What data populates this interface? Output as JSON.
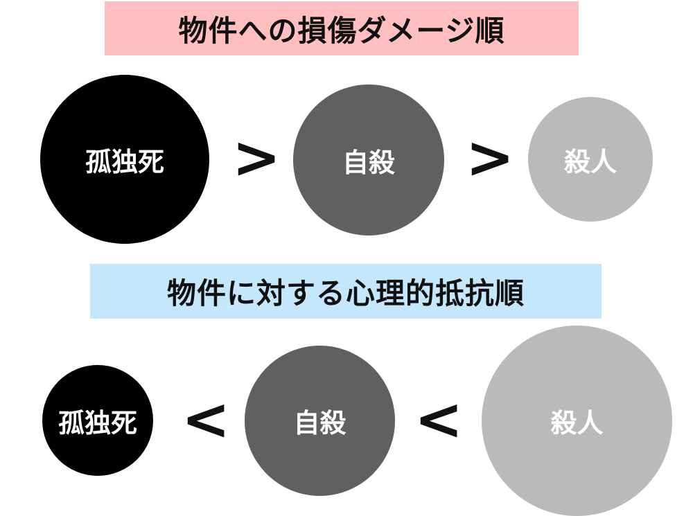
{
  "colors": {
    "pink_banner": "#ffbfc1",
    "blue_banner": "#c5e7fb",
    "black": "#000000",
    "dark_gray": "#606060",
    "light_gray": "#bababa"
  },
  "damage": {
    "title": "物件への損傷ダメージ順",
    "items": [
      "孤独死",
      "自殺",
      "殺人"
    ],
    "operators": [
      ">",
      ">"
    ]
  },
  "resistance": {
    "title": "物件に対する心理的抵抗順",
    "items": [
      "孤独死",
      "自殺",
      "殺人"
    ],
    "operators": [
      "<",
      "<"
    ]
  }
}
